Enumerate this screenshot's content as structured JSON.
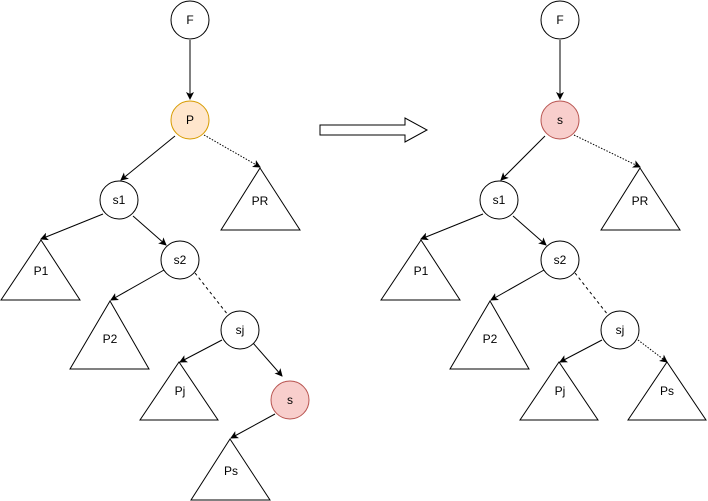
{
  "colors": {
    "node_fill": "#ffffff",
    "stroke": "#000000",
    "parent_fill": "#ffe6cc",
    "parent_stroke": "#d79b00",
    "successor_fill": "#f8cecc",
    "successor_stroke": "#b85450"
  },
  "before": {
    "nodes": {
      "F": "F",
      "P": "P",
      "s1": "s1",
      "s2": "s2",
      "sj": "sj",
      "s": "s"
    },
    "subtrees": {
      "PR": "PR",
      "P1": "P1",
      "P2": "P2",
      "Pj": "Pj",
      "Ps": "Ps"
    }
  },
  "after": {
    "nodes": {
      "F": "F",
      "s": "s",
      "s1": "s1",
      "s2": "s2",
      "sj": "sj"
    },
    "subtrees": {
      "PR": "PR",
      "P1": "P1",
      "P2": "P2",
      "Pj": "Pj",
      "Ps": "Ps"
    }
  }
}
